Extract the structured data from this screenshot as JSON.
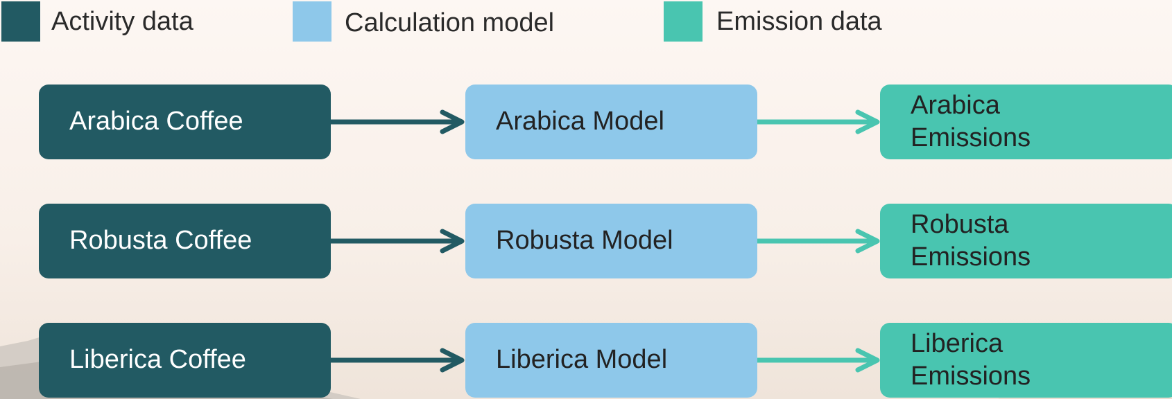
{
  "legend": [
    {
      "label": "Activity data",
      "color": "#225a63"
    },
    {
      "label": "Calculation model",
      "color": "#8ec8ea"
    },
    {
      "label": "Emission data",
      "color": "#49c5b0"
    }
  ],
  "rows": [
    {
      "activity": "Arabica Coffee",
      "model": "Arabica Model",
      "emission": "Arabica Emissions"
    },
    {
      "activity": "Robusta Coffee",
      "model": "Robusta Model",
      "emission": "Robusta Emissions"
    },
    {
      "activity": "Liberica Coffee",
      "model": "Liberica Model",
      "emission": "Liberica Emissions"
    }
  ],
  "colors": {
    "activity": "#225a63",
    "model": "#8ec8ea",
    "emission": "#49c5b0",
    "arrow_activity": "#225a63",
    "arrow_model": "#49c5b0"
  }
}
